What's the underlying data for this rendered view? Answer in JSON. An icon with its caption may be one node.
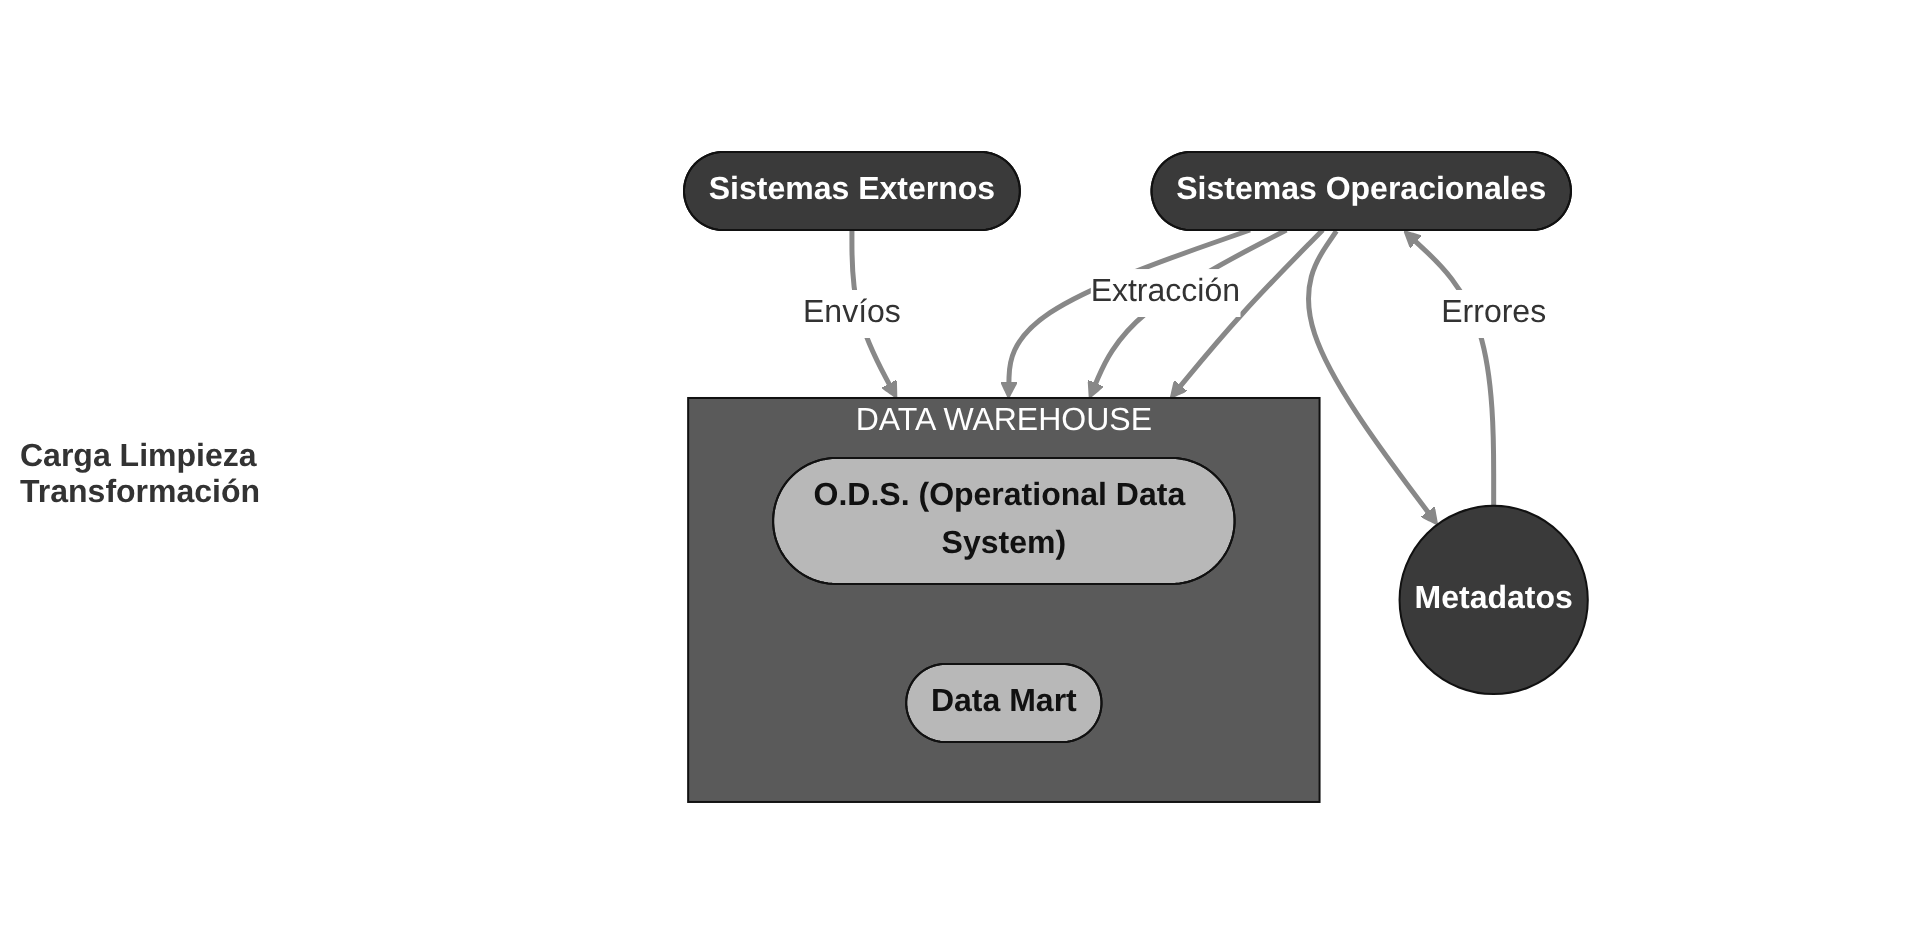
{
  "diagram": {
    "nodes": [
      {
        "text": [
          "Sistemas Externos"
        ]
      },
      {
        "text": [
          "Sistemas Operacionales"
        ]
      },
      {
        "text": [
          "DATA WAREHOUSE"
        ]
      },
      {
        "text": [
          "O.D.S. (Operational Data System)"
        ],
        "in": 2
      },
      {
        "text": [
          "Data Mart"
        ],
        "in": 2
      },
      {
        "text": [
          "Metadatos"
        ]
      }
    ],
    "edges": [
      {
        "from": 0,
        "to": 2,
        "arrow": "to",
        "label": "Envíos"
      },
      {
        "from": 1,
        "to": 2,
        "arrow": "to"
      },
      {
        "from": 1,
        "to": 2,
        "arrow": "to",
        "label": "Extracción"
      },
      {
        "from": 1,
        "to": 2,
        "arrow": "to"
      },
      {
        "from": 1,
        "to": 5,
        "arrow": "to"
      },
      {
        "from": 5,
        "to": 1,
        "arrow": "to",
        "label": "Errores"
      }
    ],
    "labels": [
      "Carga Limpieza Transformación"
    ]
  }
}
